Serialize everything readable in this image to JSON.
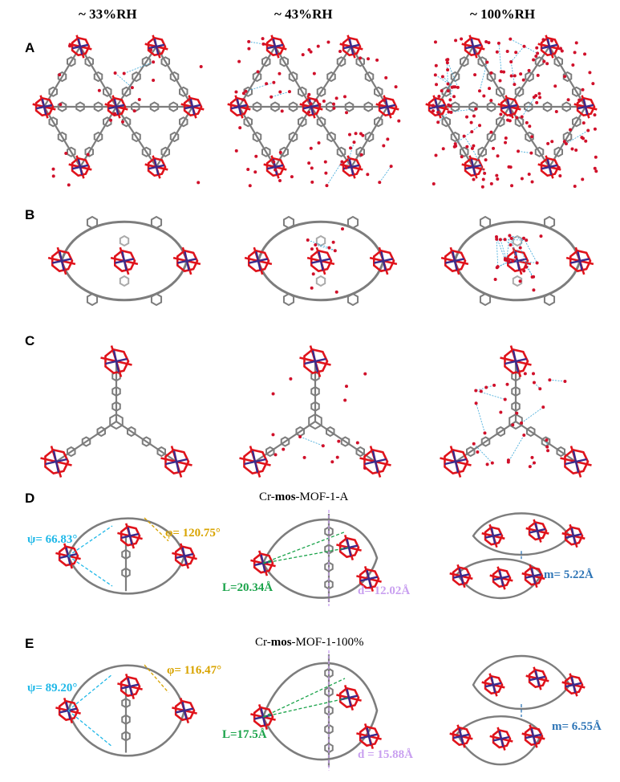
{
  "headers": [
    "~ 33%RH",
    "~ 43%RH",
    "~ 100%RH"
  ],
  "row_labels": [
    "A",
    "B",
    "C",
    "D",
    "E"
  ],
  "row_d": {
    "title_prefix": "Cr-",
    "title_bold": "mos",
    "title_suffix": "-MOF-1-A",
    "psi": "ψ= 66.83°",
    "phi": "φ= 120.75°",
    "L": "L=20.34Å",
    "d": "d= 12.02Å",
    "m": "m= 5.22Å"
  },
  "row_e": {
    "title_prefix": "Cr-",
    "title_bold": "mos",
    "title_suffix": "-MOF-1-100%",
    "psi": "ψ= 89.20°",
    "phi": "φ= 116.47°",
    "L": "L=17.5Å",
    "d": "d = 15.88Å",
    "m": "m= 6.55Å"
  },
  "colors": {
    "psi": "#1fb8e8",
    "phi": "#d9a400",
    "L": "#1aa34a",
    "d": "#c9a0f0",
    "m": "#2e75b6",
    "cluster_red": "#e0131b",
    "cluster_blue": "#3a2a8c",
    "linker_gray": "#7d7d7d",
    "water": "#d0102a",
    "hbond": "#3aa6d8"
  }
}
